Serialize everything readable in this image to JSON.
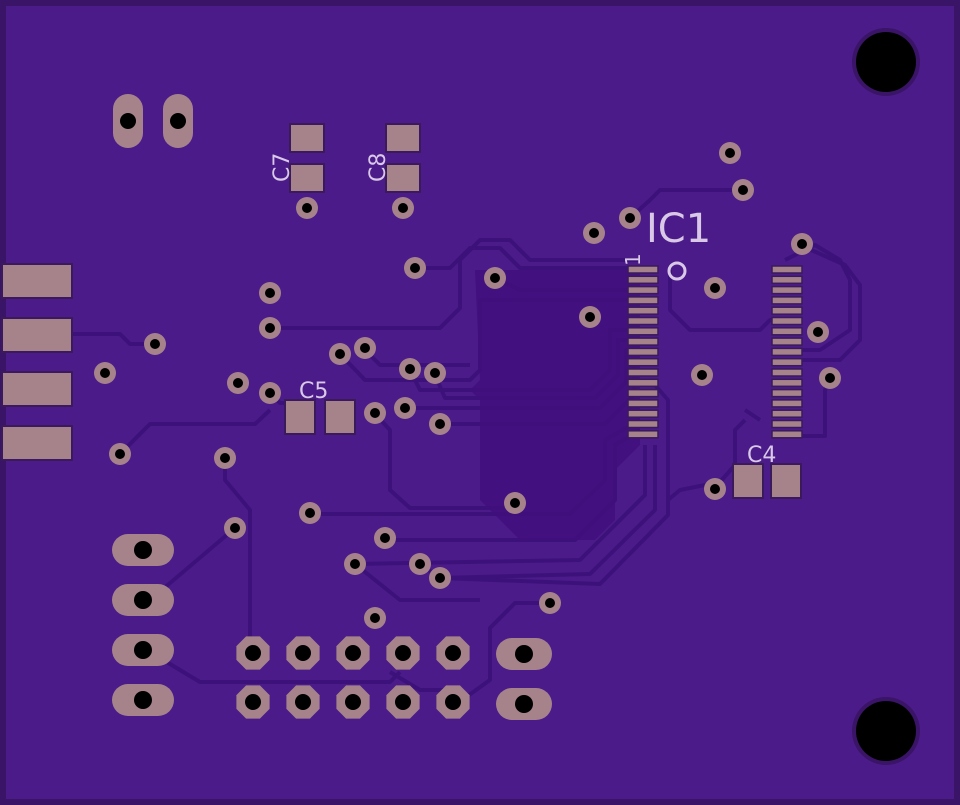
{
  "board": {
    "colors": {
      "substrate": "#3a1466",
      "copper_pour": "#4b1b8a",
      "trace": "#3c127a",
      "pad": "#a6838b",
      "pad_edge": "#3a1a5a",
      "hole": "#000000",
      "silkscreen": "#d9c8e6"
    },
    "labels": {
      "ic1": "IC1",
      "ic1_pin1": "1",
      "c4": "C4",
      "c5": "C5",
      "c7": "C7",
      "c8": "C8"
    }
  }
}
